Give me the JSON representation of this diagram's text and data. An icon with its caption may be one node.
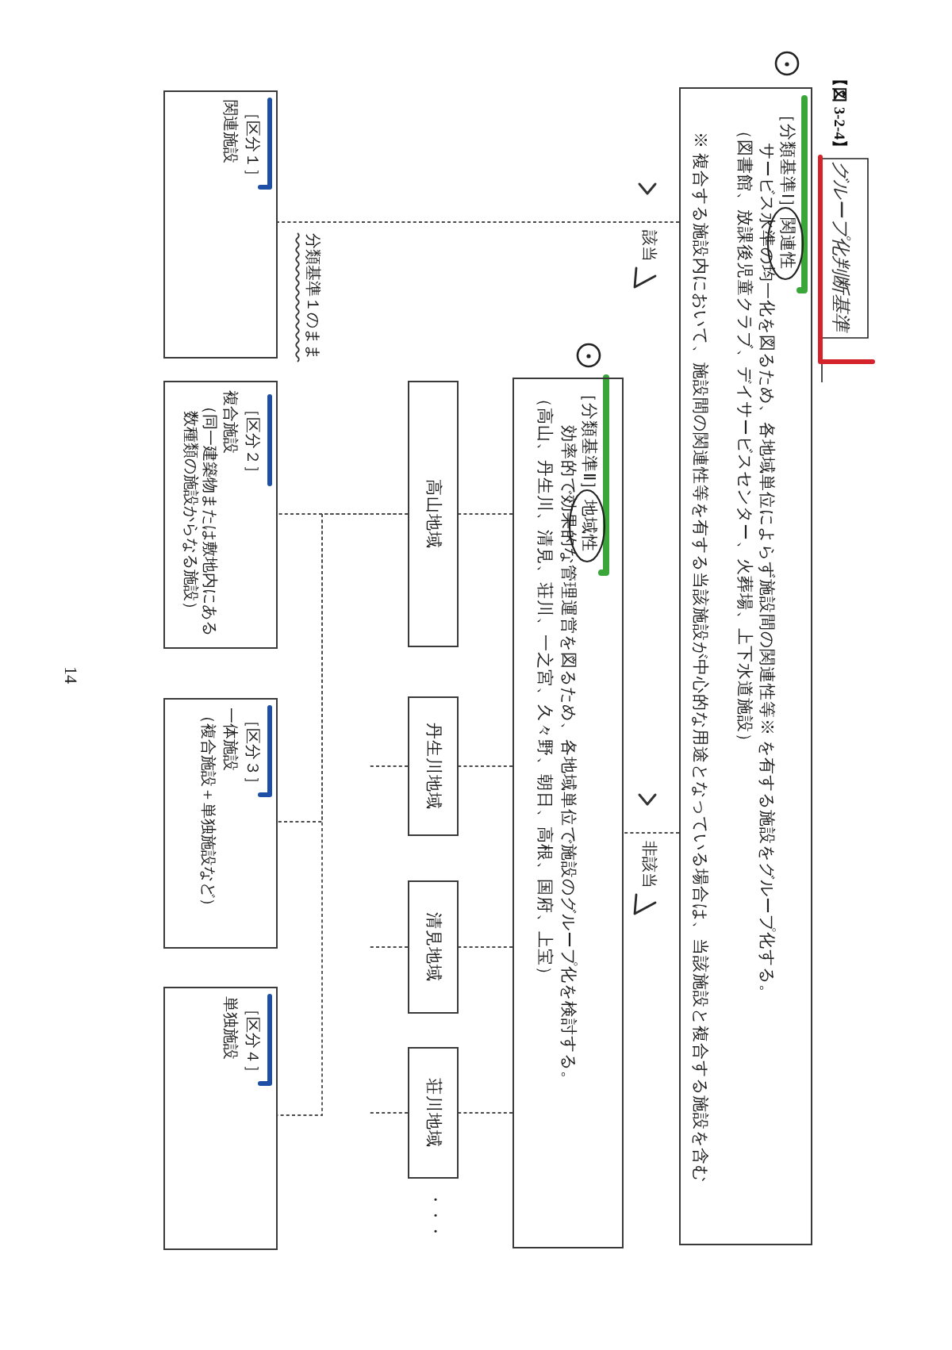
{
  "diagram": {
    "title": "**【図 3-2-4】** *グループ化判断基準*",
    "nodes": [
      {
        "text": [
          "［分類基準Ⅰ］",
          "関連性",
          "サービス水準の均一化を図るため、各地域単位によらず施設間の関連性等※ を有する施設をグループ化する。",
          "（図書館、放課後児童クラブ、デイサービスセンター、火葬場、上下水道施設）",
          "※ 複合する施設内において、施設間の関連性等を有する当該施設が中心的な用途となっている場合は、当該施設と複合する施設を含む"
        ]
      },
      {
        "text": [
          "［分類基準Ⅱ］",
          "地域性",
          "効率的で効果的な管理運営を図るため、各地域単位で施設のグループ化を検討する。",
          "（高山、丹生川、清見、荘川、一之宮、久々野、朝日、高根、国府、上宝）"
        ]
      },
      {
        "text": [
          "高山地域"
        ]
      },
      {
        "text": [
          "丹生川地域"
        ]
      },
      {
        "text": [
          "清見地域"
        ]
      },
      {
        "text": [
          "荘川地域"
        ]
      },
      {
        "text": [
          "［区分１］",
          "関連施設"
        ]
      },
      {
        "text": [
          "［区分２］",
          "複合施設",
          "（同一建築物または敷地内にある数種類の施設からなる施設）"
        ]
      },
      {
        "text": [
          "［区分３］",
          "一体施設",
          "（複合施設＋単独施設など）"
        ]
      },
      {
        "text": [
          "［区分４］",
          "単独施設"
        ]
      }
    ],
    "edges": [
      {
        "from": 0,
        "to": 6,
        "arrow": "none",
        "label": "該当",
        "style": "dashed"
      },
      {
        "from": 0,
        "to": 1,
        "arrow": "none",
        "label": "非該当",
        "style": "dashed"
      },
      {
        "from": 1,
        "to": 2,
        "arrow": "none",
        "style": "dashed"
      },
      {
        "from": 1,
        "to": 3,
        "arrow": "none",
        "style": "dashed"
      },
      {
        "from": 1,
        "to": 4,
        "arrow": "none",
        "style": "dashed"
      },
      {
        "from": 1,
        "to": 5,
        "arrow": "none",
        "style": "dashed"
      },
      {
        "from": 2,
        "to": 7,
        "arrow": "none",
        "style": "dashed"
      },
      {
        "from": 2,
        "to": 8,
        "arrow": "none",
        "style": "dashed"
      },
      {
        "from": 2,
        "to": 9,
        "arrow": "none",
        "style": "dashed"
      },
      {
        "from": 3,
        "to": null,
        "arrow": "none",
        "style": "dashed"
      },
      {
        "from": 4,
        "to": null,
        "arrow": "none",
        "style": "dashed"
      },
      {
        "from": 5,
        "to": null,
        "arrow": "none",
        "style": "dashed"
      }
    ],
    "labels": [
      "・・・",
      "分類基準１のまま",
      "14"
    ]
  }
}
